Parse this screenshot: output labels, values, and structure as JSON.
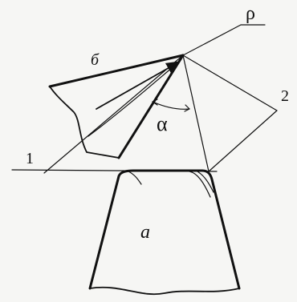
{
  "labels": {
    "rho": "ρ",
    "b": "б",
    "alpha": "α",
    "one": "1",
    "two": "2",
    "a": "a"
  }
}
